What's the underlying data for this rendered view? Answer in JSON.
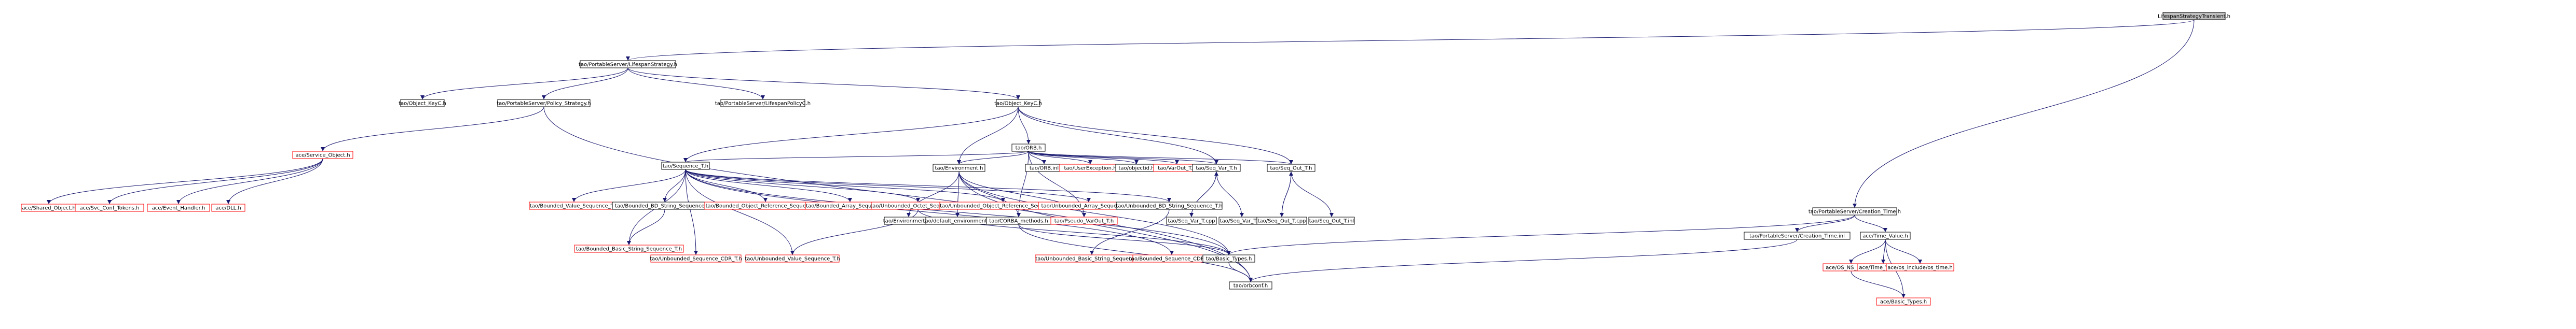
{
  "diagram": {
    "type": "include-dependency-graph",
    "root": "LifespanStrategyTransient.h",
    "colors": {
      "edge": "#191970",
      "missing_border": "#ff0000",
      "root_fill": "#bfbfbf",
      "node_border": "#000000"
    },
    "nodes": [
      {
        "id": "n0",
        "label": "LifespanStrategyTransient.h",
        "root": true
      },
      {
        "id": "n1",
        "label": "tao/PortableServer/LifespanStrategy.h"
      },
      {
        "id": "n2",
        "label": "tao/Object_KeyC.h"
      },
      {
        "id": "n3",
        "label": "tao/PortableServer/Policy_Strategy.h"
      },
      {
        "id": "n4",
        "label": "tao/PortableServer/LifespanPolicyC.h"
      },
      {
        "id": "n5",
        "label": "tao/Object_KeyC.h"
      },
      {
        "id": "n6",
        "label": "tao/PortableServer/Creation_Time.h"
      },
      {
        "id": "n7",
        "label": "ace/Service_Object.h",
        "missing": true
      },
      {
        "id": "n8",
        "label": "ace/Shared_Object.h",
        "missing": true
      },
      {
        "id": "n9",
        "label": "ace/Svc_Conf_Tokens.h",
        "missing": true
      },
      {
        "id": "n10",
        "label": "ace/Event_Handler.h",
        "missing": true
      },
      {
        "id": "n11",
        "label": "ace/DLL.h",
        "missing": true
      },
      {
        "id": "n12",
        "label": "tao/ORB.h"
      },
      {
        "id": "n13",
        "label": "tao/Sequence_T.h"
      },
      {
        "id": "n14",
        "label": "tao/Environment.h"
      },
      {
        "id": "n15",
        "label": "tao/ORB.inl"
      },
      {
        "id": "n16",
        "label": "tao/UserException.h",
        "missing": true
      },
      {
        "id": "n17",
        "label": "tao/objectid.h"
      },
      {
        "id": "n18",
        "label": "tao/VarOut_T.h",
        "missing": true
      },
      {
        "id": "n19",
        "label": "tao/Seq_Var_T.h"
      },
      {
        "id": "n20",
        "label": "tao/Seq_Out_T.h"
      },
      {
        "id": "n21",
        "label": "tao/Bounded_Value_Sequence_T.h",
        "missing": true
      },
      {
        "id": "n22",
        "label": "tao/Bounded_BD_String_Sequence_T.h"
      },
      {
        "id": "n23",
        "label": "tao/Bounded_Object_Reference_Sequence_T.h",
        "missing": true
      },
      {
        "id": "n24",
        "label": "tao/Bounded_Array_Sequence_T.h",
        "missing": true
      },
      {
        "id": "n25",
        "label": "tao/Unbounded_Octet_Sequence_T.h",
        "missing": true
      },
      {
        "id": "n26",
        "label": "tao/Unbounded_Object_Reference_Sequence_T.h",
        "missing": true
      },
      {
        "id": "n27",
        "label": "tao/Unbounded_Array_Sequence_T.h",
        "missing": true
      },
      {
        "id": "n28",
        "label": "tao/Unbounded_BD_String_Sequence_T.h"
      },
      {
        "id": "n29",
        "label": "tao/Environment.inl"
      },
      {
        "id": "n30",
        "label": "tao/default_environment.h"
      },
      {
        "id": "n31",
        "label": "tao/CORBA_methods.h"
      },
      {
        "id": "n32",
        "label": "tao/Pseudo_VarOut_T.h",
        "missing": true
      },
      {
        "id": "n33",
        "label": "tao/Seq_Var_T.cpp"
      },
      {
        "id": "n34",
        "label": "tao/Seq_Var_T.inl"
      },
      {
        "id": "n35",
        "label": "tao/Seq_Out_T.cpp"
      },
      {
        "id": "n36",
        "label": "tao/Seq_Out_T.inl"
      },
      {
        "id": "n37",
        "label": "tao/Bounded_Basic_String_Sequence_T.h",
        "missing": true
      },
      {
        "id": "n38",
        "label": "tao/Unbounded_Sequence_CDR_T.h",
        "missing": true
      },
      {
        "id": "n39",
        "label": "tao/Unbounded_Value_Sequence_T.h",
        "missing": true
      },
      {
        "id": "n40",
        "label": "tao/Unbounded_Basic_String_Sequence_T.h",
        "missing": true
      },
      {
        "id": "n41",
        "label": "tao/Bounded_Sequence_CDR_T.h",
        "missing": true
      },
      {
        "id": "n42",
        "label": "tao/Basic_Types.h"
      },
      {
        "id": "n43",
        "label": "tao/PortableServer/Creation_Time.inl"
      },
      {
        "id": "n44",
        "label": "ace/Time_Value.h"
      },
      {
        "id": "n45",
        "label": "tao/orbconf.h"
      },
      {
        "id": "n46",
        "label": "ace/OS_NS_string.h",
        "missing": true
      },
      {
        "id": "n47",
        "label": "ace/Time_Value.inl",
        "missing": true
      },
      {
        "id": "n48",
        "label": "ace/os_include/os_time.h",
        "missing": true
      },
      {
        "id": "n49",
        "label": "ace/Basic_Types.h",
        "missing": true
      }
    ],
    "edges": [
      [
        "n0",
        "n1"
      ],
      [
        "n0",
        "n6"
      ],
      [
        "n1",
        "n2"
      ],
      [
        "n1",
        "n3"
      ],
      [
        "n1",
        "n4"
      ],
      [
        "n1",
        "n5"
      ],
      [
        "n3",
        "n7"
      ],
      [
        "n3",
        "n45"
      ],
      [
        "n7",
        "n8"
      ],
      [
        "n7",
        "n9"
      ],
      [
        "n7",
        "n10"
      ],
      [
        "n7",
        "n11"
      ],
      [
        "n5",
        "n12"
      ],
      [
        "n5",
        "n13"
      ],
      [
        "n5",
        "n14"
      ],
      [
        "n5",
        "n19"
      ],
      [
        "n5",
        "n20"
      ],
      [
        "n12",
        "n13"
      ],
      [
        "n12",
        "n14"
      ],
      [
        "n12",
        "n15"
      ],
      [
        "n12",
        "n16"
      ],
      [
        "n12",
        "n17"
      ],
      [
        "n12",
        "n18"
      ],
      [
        "n12",
        "n19"
      ],
      [
        "n12",
        "n20"
      ],
      [
        "n12",
        "n31"
      ],
      [
        "n12",
        "n32"
      ],
      [
        "n13",
        "n21"
      ],
      [
        "n13",
        "n22"
      ],
      [
        "n13",
        "n23"
      ],
      [
        "n13",
        "n24"
      ],
      [
        "n13",
        "n25"
      ],
      [
        "n13",
        "n26"
      ],
      [
        "n13",
        "n27"
      ],
      [
        "n13",
        "n28"
      ],
      [
        "n13",
        "n37"
      ],
      [
        "n13",
        "n38"
      ],
      [
        "n13",
        "n39"
      ],
      [
        "n13",
        "n41"
      ],
      [
        "n13",
        "n42"
      ],
      [
        "n22",
        "n37"
      ],
      [
        "n25",
        "n39"
      ],
      [
        "n25",
        "n42"
      ],
      [
        "n28",
        "n40"
      ],
      [
        "n14",
        "n29"
      ],
      [
        "n14",
        "n30"
      ],
      [
        "n14",
        "n31"
      ],
      [
        "n14",
        "n32"
      ],
      [
        "n14",
        "n42"
      ],
      [
        "n14",
        "n45"
      ],
      [
        "n31",
        "n42"
      ],
      [
        "n31",
        "n45"
      ],
      [
        "n19",
        "n33"
      ],
      [
        "n19",
        "n34"
      ],
      [
        "n33",
        "n19"
      ],
      [
        "n20",
        "n35"
      ],
      [
        "n20",
        "n36"
      ],
      [
        "n35",
        "n20"
      ],
      [
        "n42",
        "n45"
      ],
      [
        "n6",
        "n42"
      ],
      [
        "n6",
        "n43"
      ],
      [
        "n6",
        "n44"
      ],
      [
        "n43",
        "n45"
      ],
      [
        "n44",
        "n46"
      ],
      [
        "n44",
        "n47"
      ],
      [
        "n44",
        "n48"
      ],
      [
        "n44",
        "n49"
      ],
      [
        "n46",
        "n49"
      ]
    ]
  }
}
